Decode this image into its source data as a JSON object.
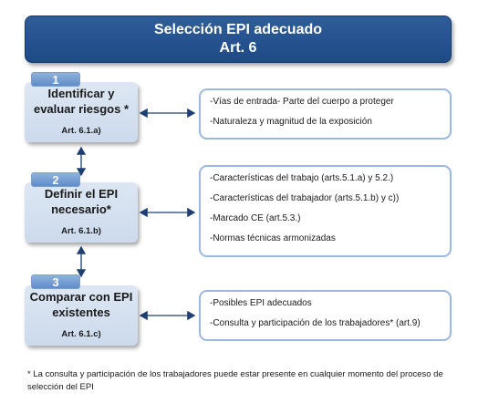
{
  "header": {
    "title_line1": "Selección EPI adecuado",
    "title_line2": "Art. 6"
  },
  "steps": [
    {
      "number": "1",
      "title": "Identificar y evaluar riesgos *",
      "article": "Art. 6.1.a)",
      "details": [
        "-Vías de entrada- Parte del cuerpo a proteger",
        "-Naturaleza y magnitud de la exposición"
      ]
    },
    {
      "number": "2",
      "title": "Definir el EPI necesario*",
      "article": "Art. 6.1.b)",
      "details": [
        "-Características del trabajo (arts.5.1.a) y 5.2.)",
        "-Características del trabajador (arts.5.1.b) y c))",
        "-Marcado CE (art.5.3.)",
        "-Normas técnicas armonizadas"
      ]
    },
    {
      "number": "3",
      "title": "Comparar con EPI existentes",
      "article": "Art. 6.1.c)",
      "details": [
        "-Posibles EPI adecuados",
        "-Consulta y participación de los trabajadores* (art.9)"
      ]
    }
  ],
  "footnote": "* La consulta y participación de los trabajadores puede estar presente en cualquier momento del proceso de selección del EPI",
  "colors": {
    "header": "#1e4a86",
    "badge": "#6d97cf",
    "step_fill": "#d5e1f0",
    "detail_border": "#9ab8e0",
    "connector": "#1f3f73"
  }
}
